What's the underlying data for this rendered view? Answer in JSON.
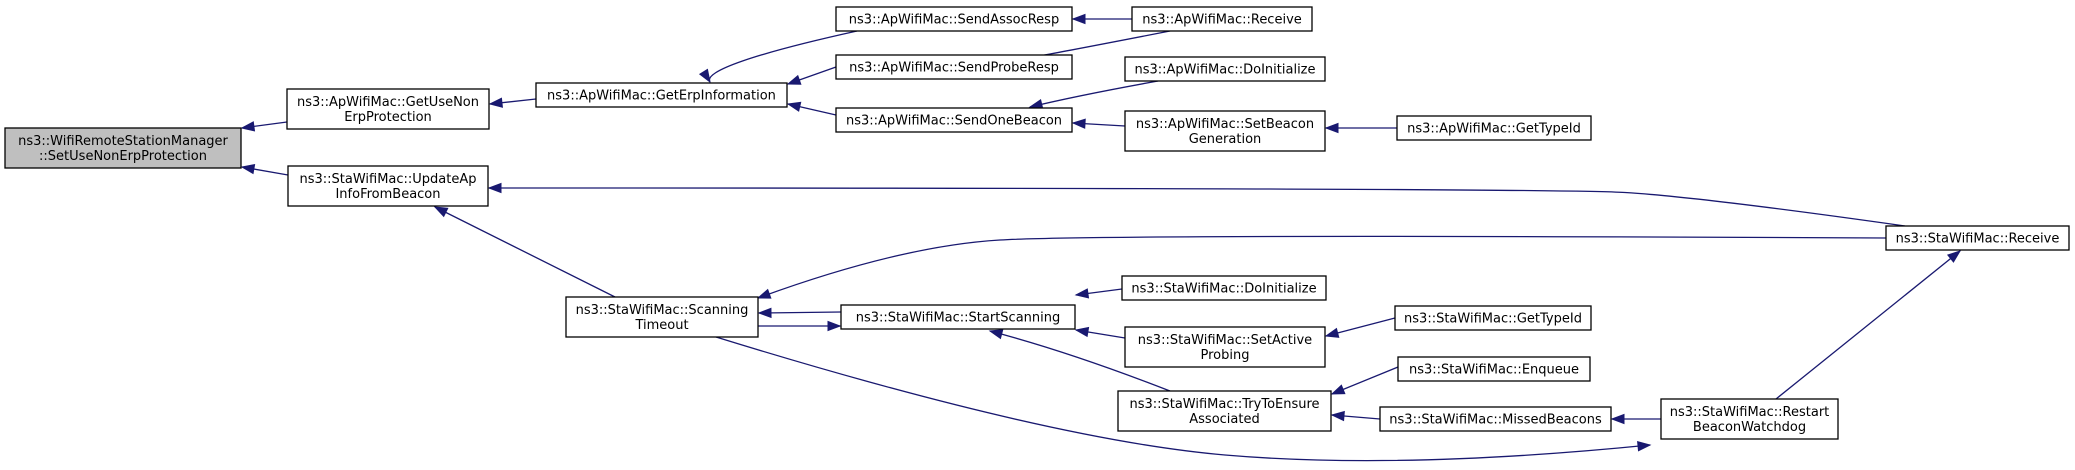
{
  "colors": {
    "edge": "#191970",
    "root_fill": "#bfbfbf",
    "node_fill": "#ffffff",
    "node_stroke": "#000000"
  },
  "nodes": {
    "n0": {
      "lines": [
        "ns3::WifiRemoteStationManager",
        "::SetUseNonErpProtection"
      ],
      "root": true
    },
    "n1": {
      "lines": [
        "ns3::ApWifiMac::GetUseNon",
        "ErpProtection"
      ]
    },
    "n2": {
      "lines": [
        "ns3::ApWifiMac::GetErpInformation"
      ]
    },
    "n3": {
      "lines": [
        "ns3::ApWifiMac::SendAssocResp"
      ]
    },
    "n4": {
      "lines": [
        "ns3::ApWifiMac::Receive"
      ]
    },
    "n5": {
      "lines": [
        "ns3::ApWifiMac::SendProbeResp"
      ]
    },
    "n6": {
      "lines": [
        "ns3::ApWifiMac::SendOneBeacon"
      ]
    },
    "n7": {
      "lines": [
        "ns3::ApWifiMac::DoInitialize"
      ]
    },
    "n8": {
      "lines": [
        "ns3::ApWifiMac::SetBeacon",
        "Generation"
      ]
    },
    "n9": {
      "lines": [
        "ns3::ApWifiMac::GetTypeId"
      ]
    },
    "n10": {
      "lines": [
        "ns3::StaWifiMac::UpdateAp",
        "InfoFromBeacon"
      ]
    },
    "n11": {
      "lines": [
        "ns3::StaWifiMac::Receive"
      ]
    },
    "n12": {
      "lines": [
        "ns3::StaWifiMac::Scanning",
        "Timeout"
      ]
    },
    "n13": {
      "lines": [
        "ns3::StaWifiMac::StartScanning"
      ]
    },
    "n14": {
      "lines": [
        "ns3::StaWifiMac::DoInitialize"
      ]
    },
    "n15": {
      "lines": [
        "ns3::StaWifiMac::SetActive",
        "Probing"
      ]
    },
    "n16": {
      "lines": [
        "ns3::StaWifiMac::GetTypeId"
      ]
    },
    "n17": {
      "lines": [
        "ns3::StaWifiMac::TryToEnsure",
        "Associated"
      ]
    },
    "n18": {
      "lines": [
        "ns3::StaWifiMac::Enqueue"
      ]
    },
    "n19": {
      "lines": [
        "ns3::StaWifiMac::MissedBeacons"
      ]
    },
    "n20": {
      "lines": [
        "ns3::StaWifiMac::Restart",
        "BeaconWatchdog"
      ]
    }
  },
  "edges": [
    {
      "from": "n1",
      "to": "n0"
    },
    {
      "from": "n10",
      "to": "n0"
    },
    {
      "from": "n2",
      "to": "n1"
    },
    {
      "from": "n3",
      "to": "n2"
    },
    {
      "from": "n5",
      "to": "n2"
    },
    {
      "from": "n6",
      "to": "n2"
    },
    {
      "from": "n4",
      "to": "n3"
    },
    {
      "from": "n4",
      "to": "n5"
    },
    {
      "from": "n7",
      "to": "n6"
    },
    {
      "from": "n8",
      "to": "n6"
    },
    {
      "from": "n9",
      "to": "n8"
    },
    {
      "from": "n11",
      "to": "n10"
    },
    {
      "from": "n12",
      "to": "n10"
    },
    {
      "from": "n11",
      "to": "n12"
    },
    {
      "from": "n13",
      "to": "n12"
    },
    {
      "from": "n12",
      "to": "n13"
    },
    {
      "from": "n14",
      "to": "n13"
    },
    {
      "from": "n15",
      "to": "n13"
    },
    {
      "from": "n17",
      "to": "n13"
    },
    {
      "from": "n16",
      "to": "n15"
    },
    {
      "from": "n18",
      "to": "n17"
    },
    {
      "from": "n19",
      "to": "n17"
    },
    {
      "from": "n20",
      "to": "n19"
    },
    {
      "from": "n20",
      "to": "n11"
    },
    {
      "from": "n12",
      "to": "n20"
    }
  ]
}
